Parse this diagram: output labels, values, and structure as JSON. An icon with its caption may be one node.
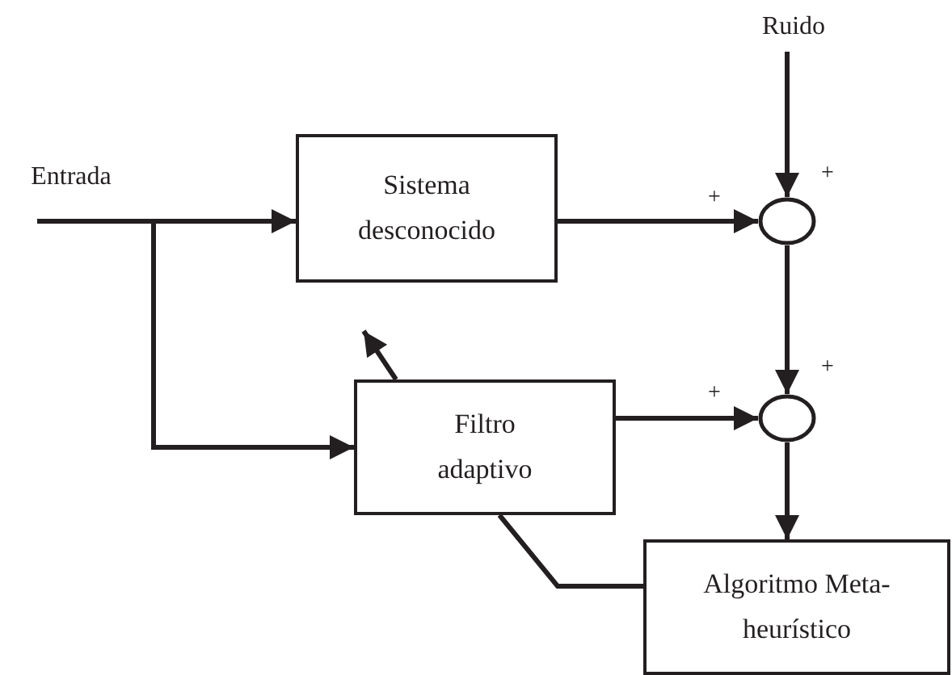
{
  "diagram": {
    "nodes": [
      {
        "text": [
          "Entrada"
        ]
      },
      {
        "text": [
          "Sistema desconocido"
        ]
      },
      {
        "text": [
          "Ruido"
        ]
      },
      {
        "text": [],
        "shape": "circle"
      },
      {
        "text": [
          "Filtro adaptivo"
        ]
      },
      {
        "text": [],
        "shape": "circle"
      },
      {
        "text": [
          "Algoritmo Meta-heurístico"
        ]
      }
    ],
    "edges": [
      {
        "from": 0,
        "to": 1,
        "arrow": "to"
      },
      {
        "from": 0,
        "to": 4,
        "arrow": "to"
      },
      {
        "from": 2,
        "to": 3,
        "arrow": "to"
      },
      {
        "from": 1,
        "to": 3,
        "arrow": "to"
      },
      {
        "from": 3,
        "to": 5,
        "arrow": "to"
      },
      {
        "from": 4,
        "to": 5,
        "arrow": "to"
      },
      {
        "from": 5,
        "to": 6,
        "arrow": "to"
      },
      {
        "from": 6,
        "to": 4,
        "arrow": "none"
      },
      {
        "from": 4,
        "to": null,
        "arrow": "to"
      }
    ],
    "labels": [
      "+",
      "+",
      "+",
      "+"
    ]
  }
}
